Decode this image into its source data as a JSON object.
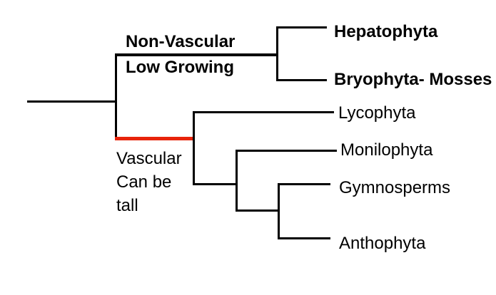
{
  "diagram": {
    "type": "cladogram",
    "subject": "plant-divisions-phylogenetic-tree",
    "colors": {
      "line": "#000000",
      "highlight_branch": "#e8240b",
      "text": "#000000",
      "background": "#ffffff"
    },
    "group_labels": {
      "non_vascular_line1": "Non-Vascular",
      "non_vascular_line2": "Low Growing",
      "vascular_line1": "Vascular",
      "vascular_line2": "Can be",
      "vascular_line3": "tall"
    },
    "taxa": {
      "hepatophyta": "Hepatophyta",
      "bryophyta": "Bryophyta- Mosses",
      "lycophyta": "Lycophyta",
      "monilophyta": "Monilophyta",
      "gymnosperms": "Gymnosperms",
      "anthophyta": "Anthophyta"
    },
    "topology": {
      "root": {
        "children": [
          {
            "clade": "Non-Vascular / Low Growing",
            "bold_labels": true,
            "leaves": [
              "Hepatophyta",
              "Bryophyta- Mosses"
            ]
          },
          {
            "clade": "Vascular / Can be / tall",
            "branch_color": "#e8240b",
            "children": [
              {
                "leaf": "Lycophyta"
              },
              {
                "children": [
                  {
                    "leaf": "Monilophyta"
                  },
                  {
                    "children": [
                      {
                        "leaf": "Gymnosperms"
                      },
                      {
                        "leaf": "Anthophyta"
                      }
                    ]
                  }
                ]
              }
            ]
          }
        ]
      }
    }
  }
}
